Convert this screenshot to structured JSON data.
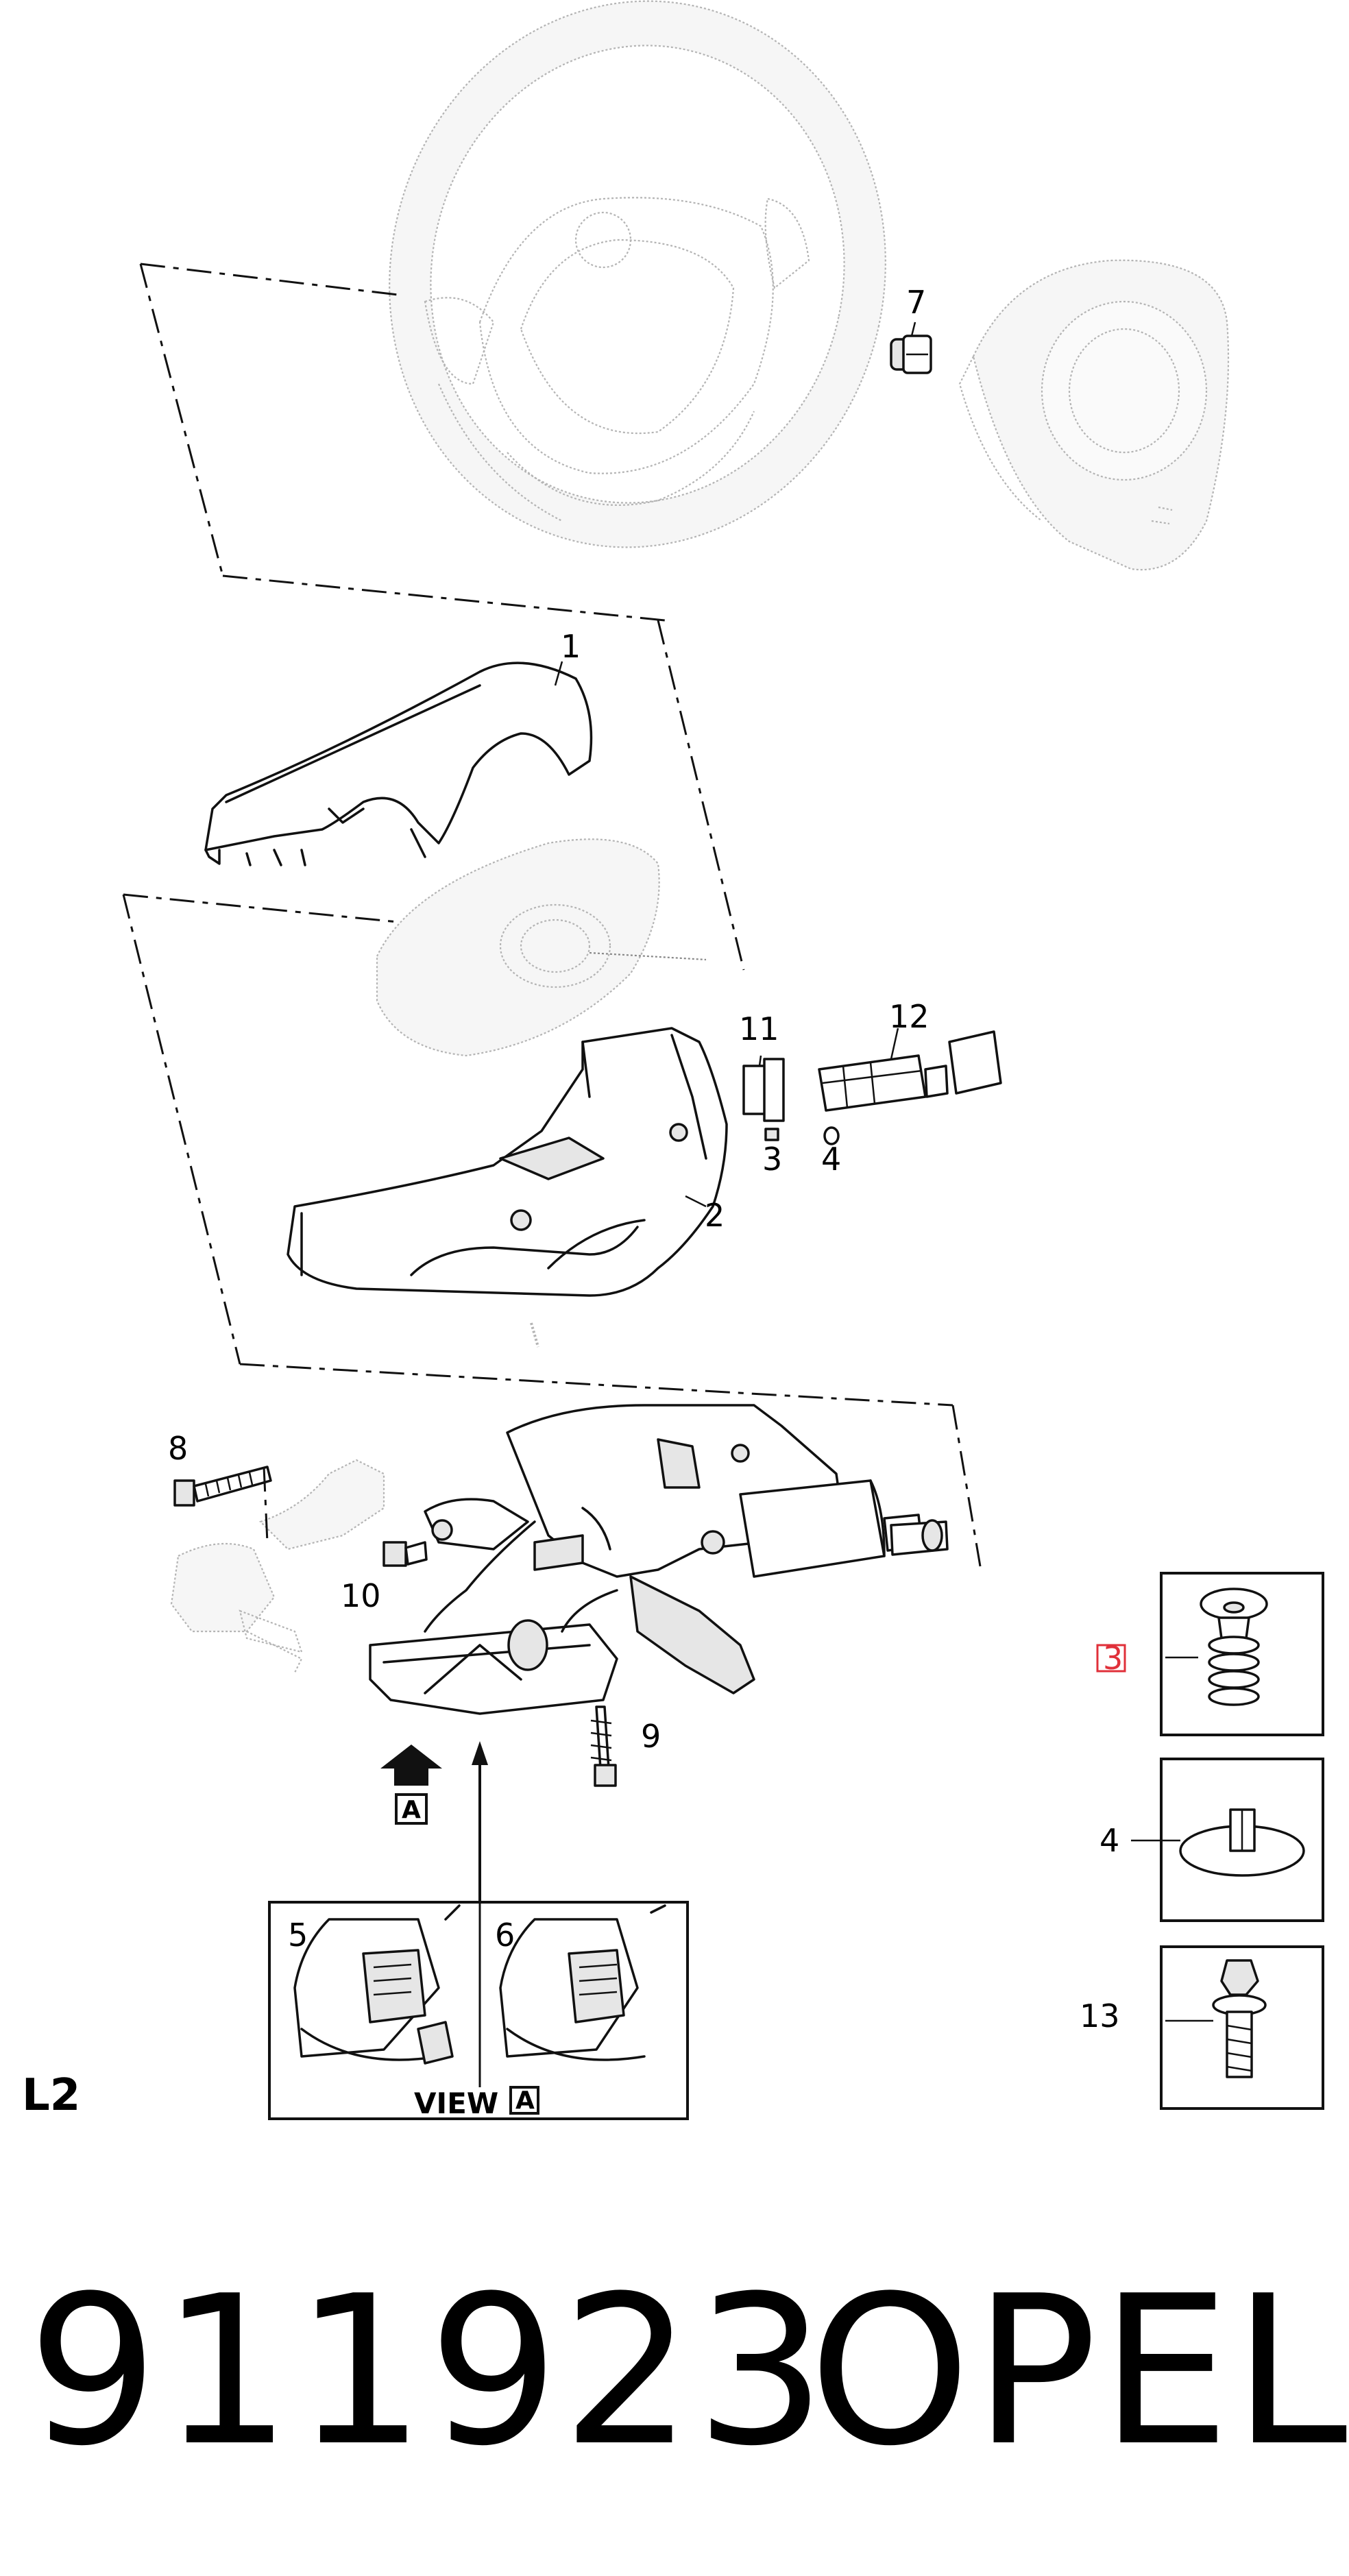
{
  "diagram": {
    "section_label": "L2",
    "view_label": "VIEW",
    "view_letter": "A",
    "arrow_letter": "A",
    "callouts": {
      "c1": "1",
      "c2": "2",
      "c3": "3",
      "c4": "4",
      "c5": "5",
      "c6": "6",
      "c7": "7",
      "c8": "8",
      "c9": "9",
      "c10": "10",
      "c11": "11",
      "c12": "12",
      "side3": "3",
      "side4": "4",
      "side13": "13"
    },
    "highlight_color": "#e0303a"
  },
  "footer": {
    "part_number": "911923",
    "brand": "OPEL"
  }
}
